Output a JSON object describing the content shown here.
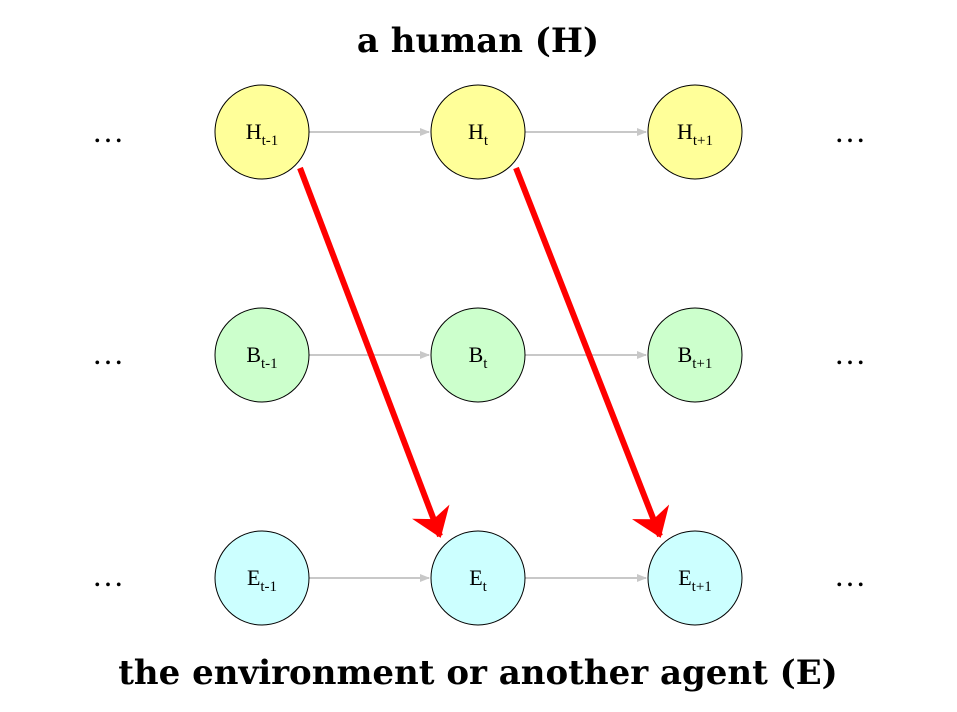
{
  "title_top": "a human (H)",
  "title_bottom": "the environment or another agent (E)",
  "ellipsis": "…",
  "colors": {
    "H": "#ffff99",
    "B": "#ccffcc",
    "E": "#ccffff",
    "temporal_arrow": "#c8c8c8",
    "influence_arrow": "#ff0000"
  },
  "rows": [
    {
      "id": "H",
      "nodes": [
        {
          "base": "H",
          "sub": "t-1"
        },
        {
          "base": "H",
          "sub": "t"
        },
        {
          "base": "H",
          "sub": "t+1"
        }
      ]
    },
    {
      "id": "B",
      "nodes": [
        {
          "base": "B",
          "sub": "t-1"
        },
        {
          "base": "B",
          "sub": "t"
        },
        {
          "base": "B",
          "sub": "t+1"
        }
      ]
    },
    {
      "id": "E",
      "nodes": [
        {
          "base": "E",
          "sub": "t-1"
        },
        {
          "base": "E",
          "sub": "t"
        },
        {
          "base": "E",
          "sub": "t+1"
        }
      ]
    }
  ],
  "influence_edges": [
    {
      "from": "H_{t-1}",
      "to": "E_t"
    },
    {
      "from": "H_t",
      "to": "E_{t+1}"
    }
  ]
}
